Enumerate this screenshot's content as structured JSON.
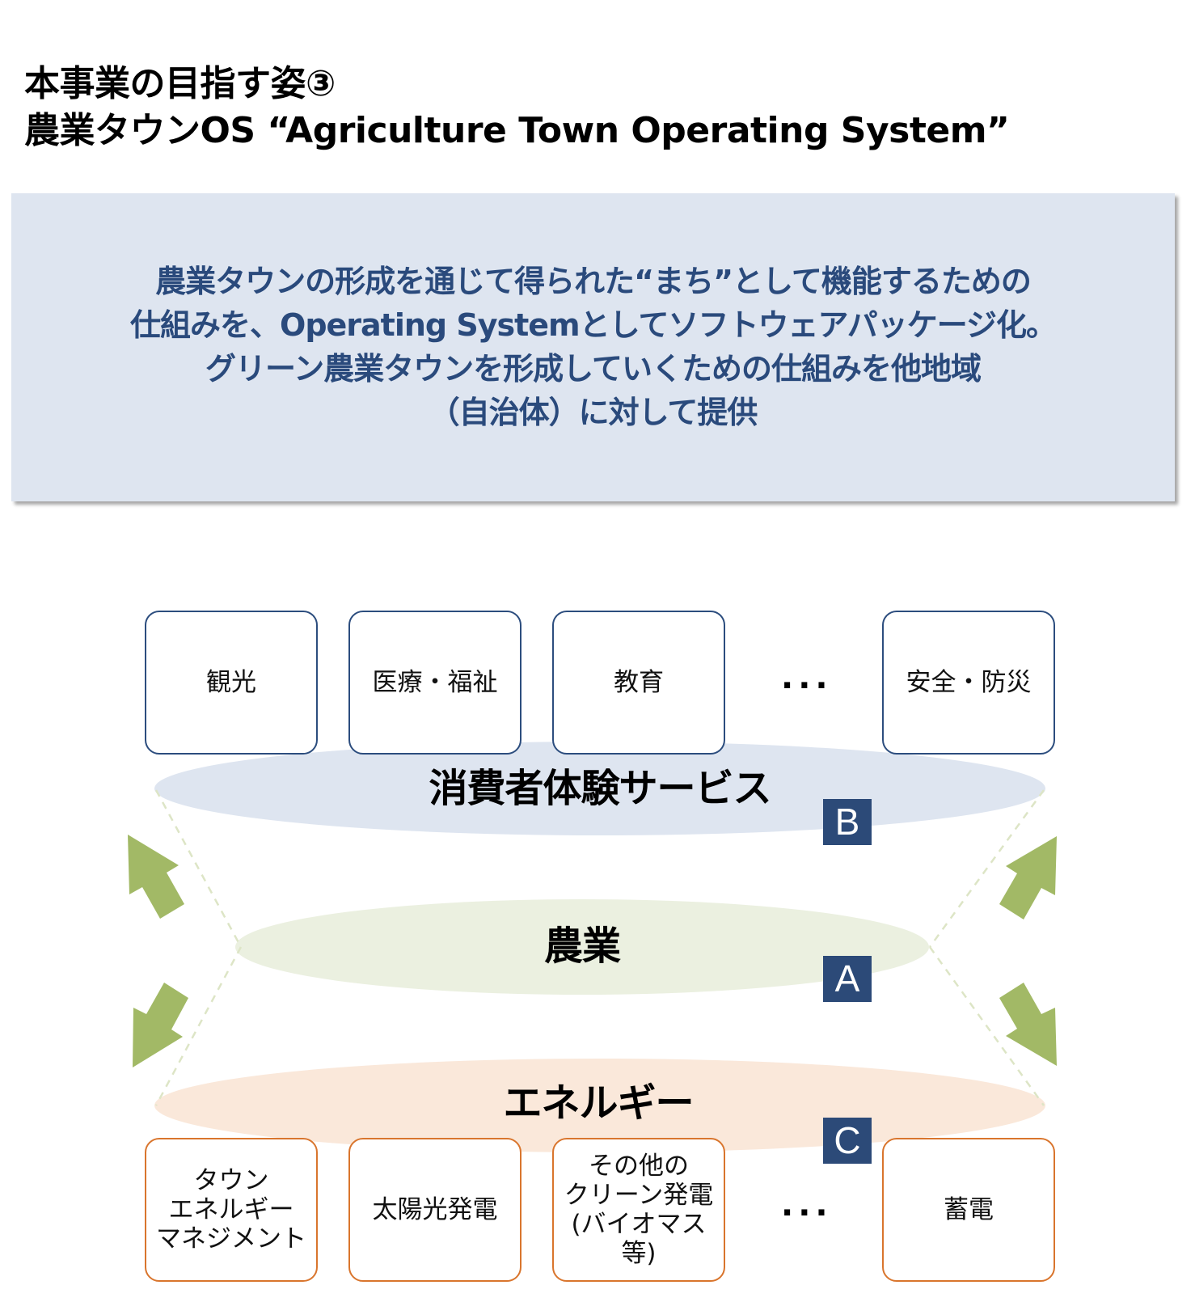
{
  "title": {
    "line1": "本事業の目指す姿③",
    "line2": "農業タウンOS “Agriculture Town Operating System”"
  },
  "banner": {
    "lines": [
      "農業タウンの形成を通じて得られた“まち”として機能するための",
      "仕組みを、Operating Systemとしてソフトウェアパッケージ化。",
      "グリーン農業タウンを形成していくための仕組みを他地域",
      "（自治体）に対して提供"
    ]
  },
  "layers": {
    "consumer": {
      "label": "消費者体験サービス",
      "badge": "B",
      "color": "#dee5f0"
    },
    "agriculture": {
      "label": "農業",
      "badge": "A",
      "color": "#ebf0e0"
    },
    "energy": {
      "label": "エネルギー",
      "badge": "C",
      "color": "#fae8da"
    }
  },
  "top_boxes": [
    {
      "label": "観光"
    },
    {
      "label": "医療・福祉"
    },
    {
      "label": "教育"
    },
    {
      "label": "安全・防災"
    }
  ],
  "bottom_boxes": [
    {
      "label": "タウン\nエネルギー\nマネジメント"
    },
    {
      "label": "太陽光発電"
    },
    {
      "label": "その他の\nクリーン発電\n(バイオマス等)"
    },
    {
      "label": "蓄電"
    }
  ],
  "ellipsis": "...",
  "colors": {
    "title": "#000000",
    "banner_text": "#2a4a7c",
    "badge": "#2c4a78",
    "top_box_border": "#2c4d7e",
    "bottom_box_border": "#d9752d",
    "arrow": "#a2b966",
    "dashed_line": "#dde5c6"
  }
}
